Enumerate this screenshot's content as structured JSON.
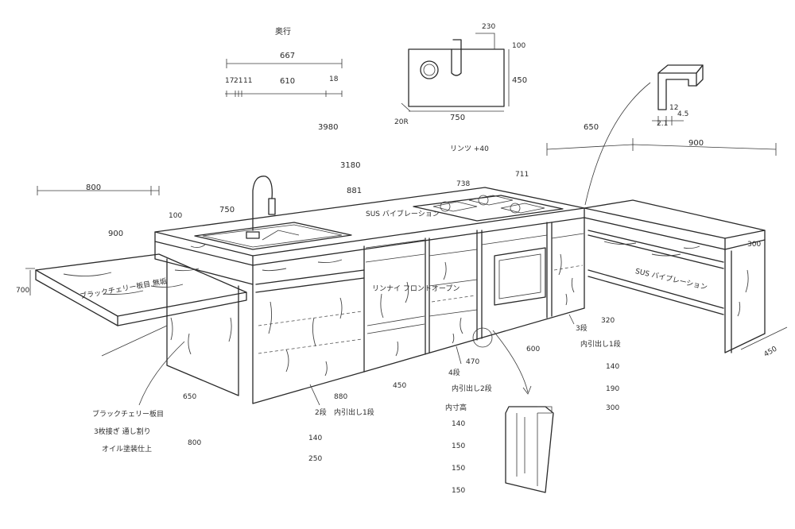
{
  "labels": {
    "depth_title": "奥行",
    "d_667": "667",
    "d_17": "17",
    "d_21": "21",
    "d_11": "11",
    "d_610": "610",
    "d_18": "18",
    "d_230": "230",
    "d_100a": "100",
    "d_450a": "450",
    "d_20r": "20R",
    "d_750a": "750",
    "d_3980": "3980",
    "d_3180": "3180",
    "d_881": "881",
    "d_738": "738",
    "d_711": "711",
    "d_650a": "650",
    "d_900a": "900",
    "d_12": "12",
    "d_45": "4.5",
    "d_21b": "2.1",
    "d_800a": "800",
    "d_100b": "100",
    "d_750b": "750",
    "d_900b": "900",
    "d_700": "700",
    "sus_vibration": "SUS バイブレーション",
    "rinnai_hood": "リンツ +40",
    "rinnai_front": "リンナイ フロントオープン",
    "walnut_label": "ブラックチェリー板目 無垢",
    "sus_right": "SUS バイブレーション",
    "d_300a": "300",
    "d_320": "320",
    "d_3dan": "3段",
    "uchi_hikidashi_1": "内引出し1段",
    "d_140a": "140",
    "d_190": "190",
    "d_300b": "300",
    "d_600": "600",
    "d_470": "470",
    "d_4dan": "4段",
    "uchi_hikidashi_2": "内引出し2段",
    "uchi_sundaka": "内寸高",
    "d_140b": "140",
    "d_150a": "150",
    "d_150b": "150",
    "d_150c": "150",
    "d_450b": "450",
    "d_880": "880",
    "d_2dan": "2段",
    "uchi_hikidashi_3": "内引出し1段",
    "d_140c": "140",
    "d_250": "250",
    "d_650b": "650",
    "d_800b": "800",
    "note_1": "ブラックチェリー板目",
    "note_2": "3枚接ぎ 通し割り",
    "note_3": "オイル塗装仕上",
    "d_450c": "450"
  }
}
